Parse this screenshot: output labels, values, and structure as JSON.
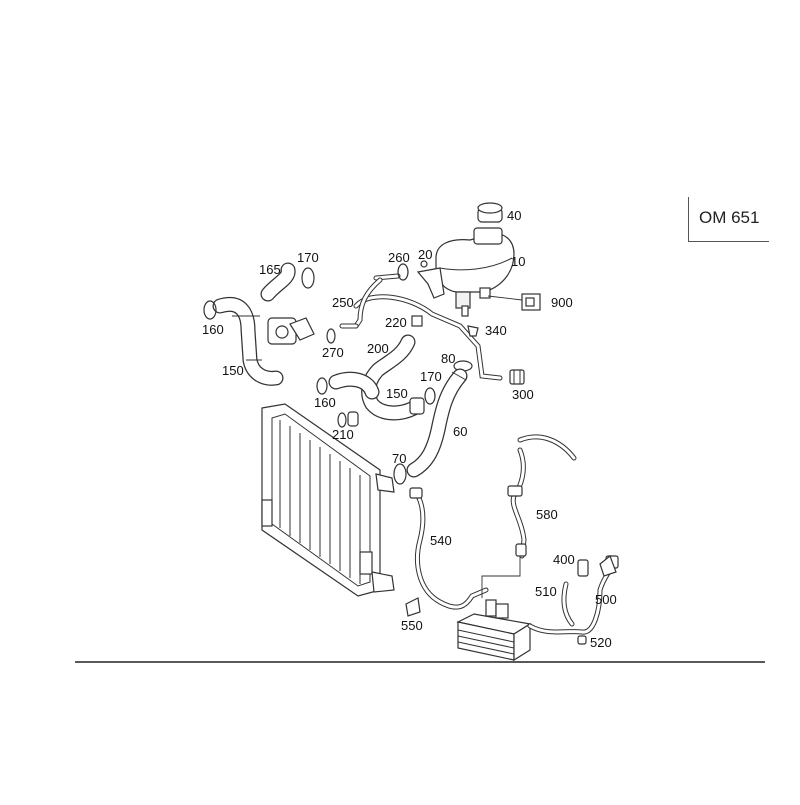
{
  "engine_label": "OM 651",
  "callouts": [
    "40",
    "10",
    "260",
    "20",
    "170",
    "165",
    "900",
    "250",
    "220",
    "340",
    "160",
    "270",
    "200",
    "80",
    "300",
    "150",
    "170",
    "160",
    "150",
    "210",
    "60",
    "70",
    "580",
    "540",
    "400",
    "510",
    "500",
    "550",
    "520"
  ]
}
